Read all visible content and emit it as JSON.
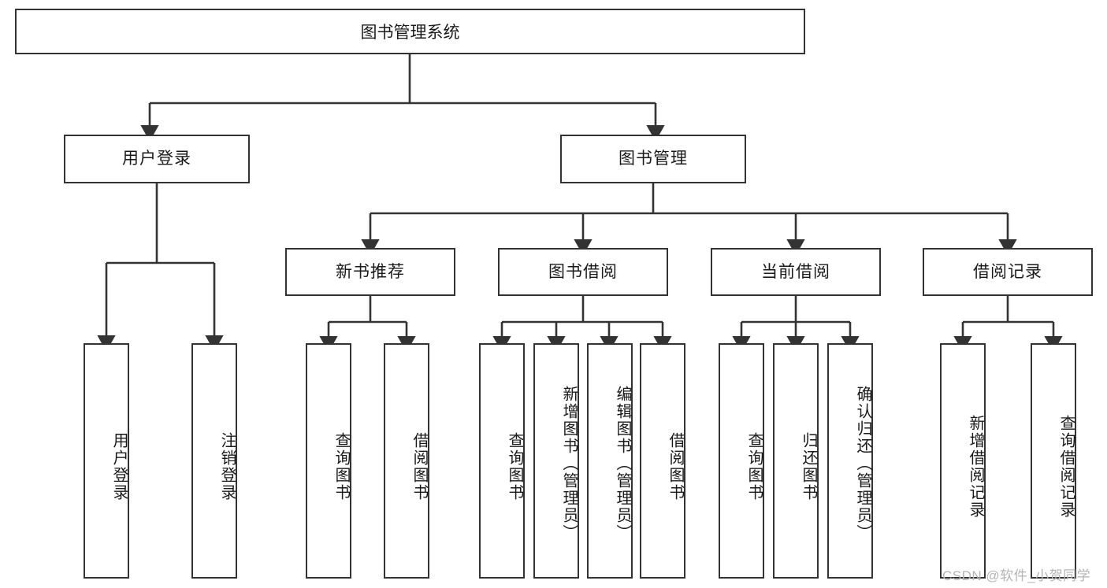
{
  "diagram": {
    "title": "图书管理系统",
    "type": "hierarchy-tree",
    "stroke_color": "#333333",
    "background_color": "#ffffff",
    "nodes": {
      "root": {
        "label": "图书管理系统"
      },
      "level2": [
        {
          "id": "user-login",
          "label": "用户登录"
        },
        {
          "id": "book-management",
          "label": "图书管理"
        }
      ],
      "level3": [
        {
          "id": "new-book-recommend",
          "label": "新书推荐"
        },
        {
          "id": "book-borrow",
          "label": "图书借阅"
        },
        {
          "id": "current-borrow",
          "label": "当前借阅"
        },
        {
          "id": "borrow-record",
          "label": "借阅记录"
        }
      ],
      "leaves": {
        "user-login": [
          {
            "id": "leaf-user-login",
            "label": "用户登录"
          },
          {
            "id": "leaf-logout",
            "label": "注销登录"
          }
        ],
        "new-book-recommend": [
          {
            "id": "leaf-query-book-1",
            "label": "查询图书"
          },
          {
            "id": "leaf-borrow-book-1",
            "label": "借阅图书"
          }
        ],
        "book-borrow": [
          {
            "id": "leaf-query-book-2",
            "label": "查询图书"
          },
          {
            "id": "leaf-add-book",
            "label": "新增图书（管理员）"
          },
          {
            "id": "leaf-edit-book",
            "label": "编辑图书（管理员）"
          },
          {
            "id": "leaf-borrow-book-2",
            "label": "借阅图书"
          }
        ],
        "current-borrow": [
          {
            "id": "leaf-query-book-3",
            "label": "查询图书"
          },
          {
            "id": "leaf-return-book",
            "label": "归还图书"
          },
          {
            "id": "leaf-confirm-return",
            "label": "确认归还（管理员）"
          }
        ],
        "borrow-record": [
          {
            "id": "leaf-add-record",
            "label": "新增借阅记录"
          },
          {
            "id": "leaf-query-record",
            "label": "查询借阅记录"
          }
        ]
      }
    },
    "watermark": "CSDN @软件_小贺同学"
  }
}
